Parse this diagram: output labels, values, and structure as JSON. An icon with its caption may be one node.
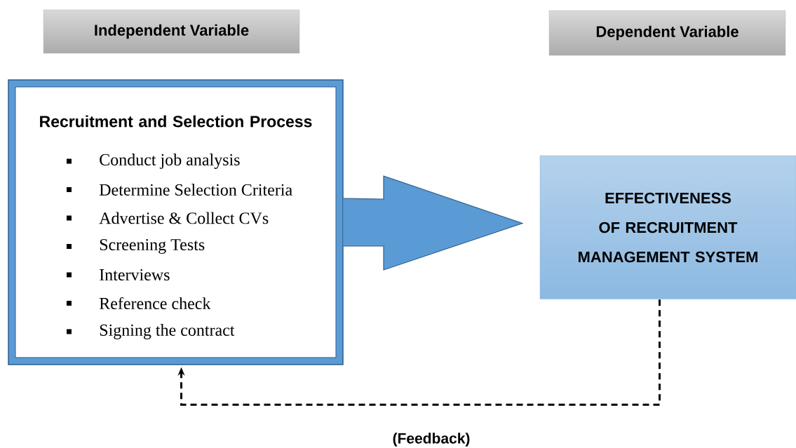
{
  "diagram": {
    "nodes": [
      {
        "text": [
          "Independent Variable"
        ]
      },
      {
        "text": [
          "Dependent Variable"
        ]
      },
      {
        "text": [
          "Recruitment and Selection Process",
          "Conduct job analysis",
          "Determine Selection Criteria",
          "Advertise & Collect CVs",
          "Screening Tests",
          "Interviews",
          "Reference check",
          "Signing the contract"
        ]
      },
      {
        "text": [
          "EFFECTIVENESS OF RECRUITMENT MANAGEMENT SYSTEM"
        ]
      }
    ],
    "edges": [
      {
        "from": 2,
        "to": 3,
        "arrow": "to",
        "style": "thick",
        "color": "#5b9bd5"
      },
      {
        "from": 3,
        "to": 2,
        "arrow": "to",
        "style": "dashed",
        "label": "(Feedback)"
      }
    ]
  }
}
